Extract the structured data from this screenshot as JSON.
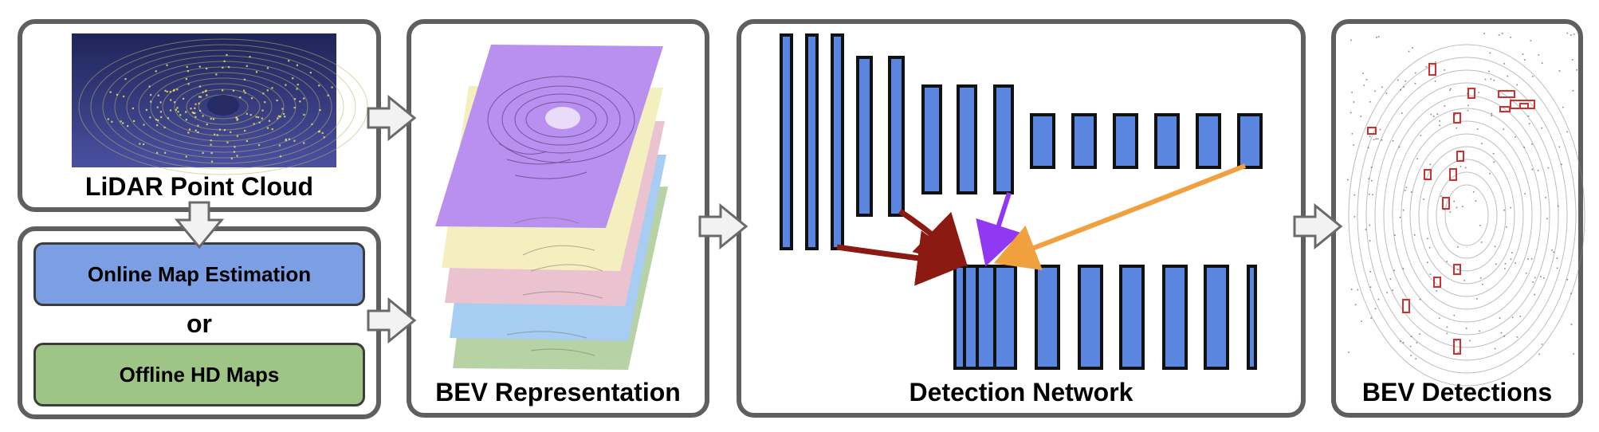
{
  "panels": {
    "lidar": {
      "caption": "LiDAR Point Cloud"
    },
    "maps": {
      "online_label": "Online Map Estimation",
      "or_label": "or",
      "offline_label": "Offline HD Maps"
    },
    "bev": {
      "caption": "BEV Representation"
    },
    "network": {
      "caption": "Detection Network"
    },
    "detections": {
      "caption": "BEV Detections"
    }
  },
  "colors": {
    "panel_border": "#5f5f5f",
    "online_fill": "#7c9fe4",
    "offline_fill": "#9ec486",
    "layer_purple": "#b98ff0",
    "layer_yellow": "#f3efbf",
    "layer_pink": "#ebc3d0",
    "layer_blue": "#a8cdf2",
    "layer_green": "#b7d3a6",
    "feature_block": "#5b86e0",
    "arrow_darkred": "#8b1a12",
    "arrow_purple": "#9038f2",
    "arrow_orange": "#f0a03c",
    "detection_box": "#d03030",
    "lidar_bg": "#3b3f86",
    "lidar_points": "#e8e060"
  },
  "icons": [
    "flow-arrow-icon"
  ]
}
